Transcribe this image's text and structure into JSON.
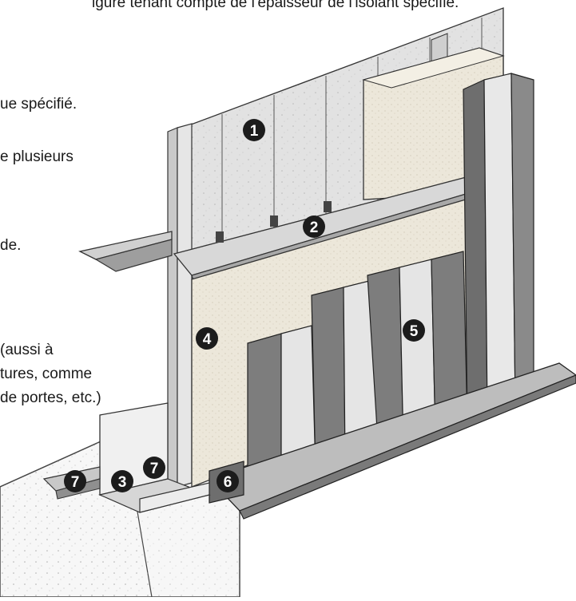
{
  "captions": {
    "top": "igure tenant compte de l'épaisseur de l'isolant spécifié.",
    "specifie": "ue spécifié.",
    "plusieurs": "e plusieurs",
    "de": "de.",
    "aussi_line1": "(aussi à",
    "aussi_line2": "tures, comme",
    "aussi_line3": "de portes, etc.)"
  },
  "callouts": [
    "1",
    "2",
    "3",
    "4",
    "5",
    "6",
    "7",
    "7"
  ],
  "colors": {
    "callout_fill": "#1c1c1c",
    "callout_text": "#ffffff",
    "steel_light": "#dcdcdc",
    "steel_dark": "#8a8a8a",
    "insulation": "#ece7da",
    "concrete": "#f6f6f6"
  }
}
